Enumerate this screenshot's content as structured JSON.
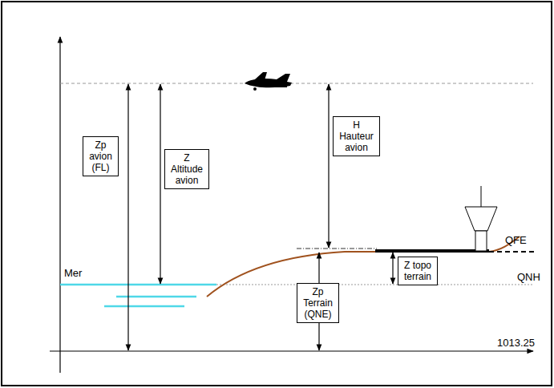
{
  "diagram": {
    "nodes": [
      {
        "text": [
          "Zp avion (FL)"
        ]
      },
      {
        "text": [
          "Z Altitude avion"
        ]
      },
      {
        "text": [
          "H Hauteur avion"
        ]
      },
      {
        "text": [
          "Zp Terrain (QNE)"
        ]
      },
      {
        "text": [
          "Z topo terrain"
        ]
      }
    ],
    "labels": [
      "Mer",
      "QFE",
      "QNH",
      "1013.25"
    ]
  }
}
